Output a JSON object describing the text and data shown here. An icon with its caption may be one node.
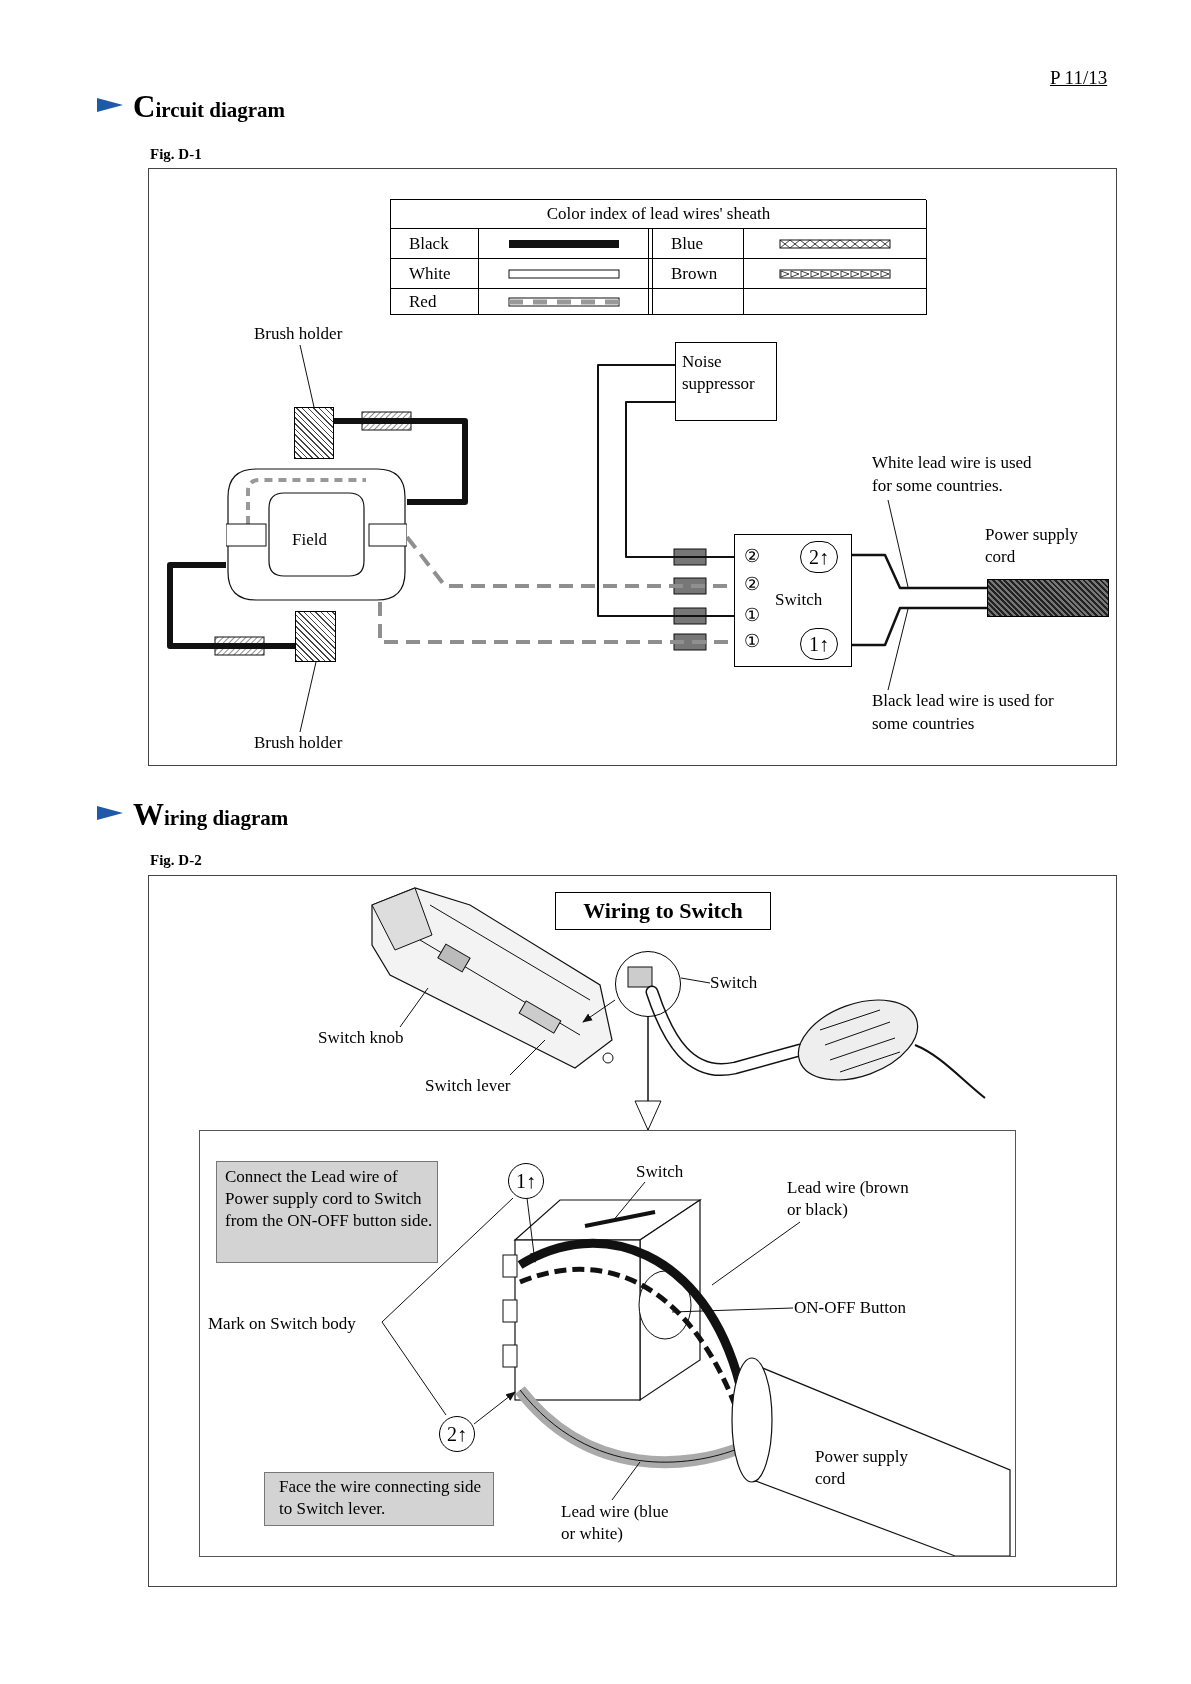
{
  "diagram": {
    "nodes": [
      {
        "text": [
          "Noise suppressor"
        ]
      },
      {
        "text": [
          "Switch"
        ]
      },
      {
        "text": [
          "Field"
        ]
      },
      {
        "text": [
          "Brush holder"
        ]
      },
      {
        "text": [],
        "shape": "box"
      },
      {
        "text": [
          "Brush holder"
        ]
      },
      {
        "text": [],
        "shape": "box"
      },
      {
        "text": [],
        "shape": "bar",
        "beside": [
          "Power supply cord"
        ]
      },
      {
        "text": [
          "White lead wire is used for some countries."
        ]
      },
      {
        "text": [
          "Black lead wire is used for some countries"
        ]
      },
      {
        "text": [
          "Wiring to Switch"
        ]
      },
      {
        "text": [
          "Switch knob"
        ]
      },
      {
        "text": [
          "Switch lever"
        ]
      },
      {
        "text": [
          "Switch"
        ]
      },
      {
        "text": [],
        "shape": "circle"
      },
      {
        "text": [],
        "shape": "box"
      },
      {
        "text": [
          "Connect the Lead wire of Power supply cord to Switch from the ON-OFF button side."
        ],
        "in": 15
      },
      {
        "text": [
          "Mark on Switch body"
        ],
        "in": 15
      },
      {
        "text": [
          "1↑"
        ],
        "in": 15
      },
      {
        "text": [
          "2↑"
        ],
        "in": 15
      },
      {
        "text": [
          "Switch"
        ],
        "in": 15
      },
      {
        "text": [
          "Lead wire (brown or black)"
        ],
        "in": 15
      },
      {
        "text": [
          "ON-OFF Button"
        ],
        "in": 15
      },
      {
        "text": [
          "Face the wire connecting side to Switch lever."
        ],
        "in": 15
      },
      {
        "text": [
          "Lead wire (blue or white)"
        ],
        "in": 15
      }
    ],
    "edges": [
      {
        "from": 4,
        "to": 2,
        "arrow": "none",
        "style": "thick"
      },
      {
        "from": 6,
        "to": 2,
        "arrow": "none",
        "style": "thick"
      },
      {
        "from": 2,
        "to": 1,
        "arrow": "none",
        "style": "dashed",
        "color": "#8f8f8f"
      },
      {
        "from": 2,
        "to": 1,
        "arrow": "none",
        "style": "dashed",
        "color": "#8f8f8f"
      },
      {
        "from": 0,
        "to": 1,
        "arrow": "none"
      },
      {
        "from": 0,
        "to": 1,
        "arrow": "none"
      },
      {
        "from": 1,
        "to": 7,
        "arrow": "none"
      },
      {
        "from": 1,
        "to": 7,
        "arrow": "none"
      },
      {
        "from": 3,
        "to": 4,
        "arrow": "none"
      },
      {
        "from": 5,
        "to": 6,
        "arrow": "none"
      },
      {
        "from": 8,
        "to": null,
        "arrow": "none"
      },
      {
        "from": 9,
        "to": null,
        "arrow": "none"
      },
      {
        "from": 11,
        "to": null,
        "arrow": "none"
      },
      {
        "from": 12,
        "to": null,
        "arrow": "none"
      },
      {
        "from": 13,
        "to": 14,
        "arrow": "none"
      },
      {
        "from": 14,
        "to": 15,
        "arrow": "to"
      },
      {
        "from": 14,
        "to": null,
        "arrow": "to"
      },
      {
        "from": 17,
        "to": 18,
        "arrow": "none"
      },
      {
        "from": 17,
        "to": 19,
        "arrow": "none"
      },
      {
        "from": 18,
        "to": null,
        "arrow": "to"
      },
      {
        "from": 19,
        "to": null,
        "arrow": "to"
      },
      {
        "from": 20,
        "to": null,
        "arrow": "none"
      },
      {
        "from": 21,
        "to": null,
        "arrow": "none"
      },
      {
        "from": 22,
        "to": null,
        "arrow": "none"
      },
      {
        "from": 24,
        "to": null,
        "arrow": "none"
      }
    ],
    "labels": [
      "P 11/13",
      "Circuit diagram",
      "Fig. D-1",
      "Color index of lead wires' sheath",
      "②",
      "2↑",
      "②",
      "①",
      "①",
      "1↑",
      "Wiring diagram",
      "Fig. D-2",
      "Power supply cord"
    ],
    "legend": [
      {
        "text": "Black"
      },
      {
        "text": "Blue"
      },
      {
        "text": "White"
      },
      {
        "text": "Brown"
      },
      {
        "text": "Red"
      }
    ]
  }
}
